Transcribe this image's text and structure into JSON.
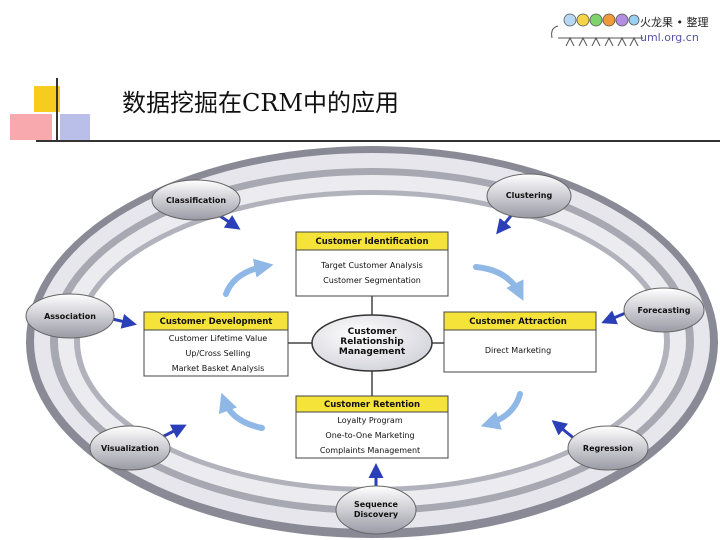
{
  "header": {
    "title": "数据挖掘在CRM中的应用",
    "logo_cn": "火龙果 • 整理",
    "logo_url": "uml.org.cn"
  },
  "diagram": {
    "center": [
      "Customer",
      "Relationship",
      "Management"
    ],
    "boxes": {
      "top": {
        "title": "Customer Identification",
        "items": [
          "Target Customer Analysis",
          "Customer Segmentation"
        ]
      },
      "right": {
        "title": "Customer Attraction",
        "items": [
          "Direct Marketing"
        ]
      },
      "bottom": {
        "title": "Customer Retention",
        "items": [
          "Loyalty Program",
          "One-to-One Marketing",
          "Complaints Management"
        ]
      },
      "left": {
        "title": "Customer Development",
        "items": [
          "Customer Lifetime Value",
          "Up/Cross Selling",
          "Market Basket Analysis"
        ]
      }
    },
    "techniques": {
      "classification": "Classification",
      "clustering": "Clustering",
      "association": "Association",
      "forecasting": "Forecasting",
      "visualization": "Visualization",
      "regression": "Regression",
      "sequence": [
        "Sequence",
        "Discovery"
      ]
    }
  },
  "colors": {
    "box_title": "#f5e33a",
    "arrow_blue": "#2a3fb8",
    "cycle_arrow": "#8fb8e6",
    "ring_dark": "#8a8a96",
    "ring_light": "#e4e4ea"
  }
}
